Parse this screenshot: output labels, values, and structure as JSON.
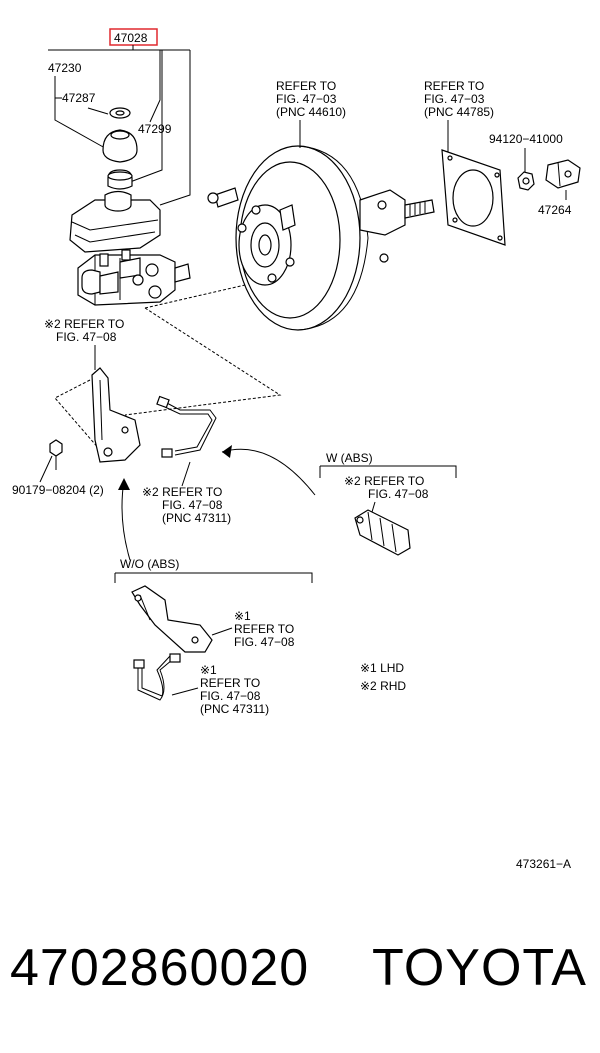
{
  "callouts": {
    "p47028": "47028",
    "p47230": "47230",
    "p47287": "47287",
    "p47299": "47299",
    "p47264": "47264",
    "p94120": "94120−41000",
    "p90179": "90179−08204 (2)"
  },
  "refs": {
    "booster_1": "REFER TO",
    "booster_2": "FIG. 47−03",
    "booster_3": "(PNC 44610)",
    "gasket_1": "REFER TO",
    "gasket_2": "FIG. 47−03",
    "gasket_3": "(PNC 44785)",
    "bracket_1": "※2 REFER TO",
    "bracket_2": "FIG. 47−08",
    "tube_1": "※2 REFER TO",
    "tube_2": "FIG. 47−08",
    "tube_3": "(PNC 47311)",
    "abs_1": "※2 REFER TO",
    "abs_2": "FIG. 47−08",
    "woabs_bracket_1": "※1",
    "woabs_bracket_2": "REFER TO",
    "woabs_bracket_3": "FIG. 47−08",
    "woabs_tube_1": "※1",
    "woabs_tube_2": "REFER TO",
    "woabs_tube_3": "FIG. 47−08",
    "woabs_tube_4": "(PNC 47311)"
  },
  "groups": {
    "w_abs": "W (ABS)",
    "wo_abs": "W/O (ABS)"
  },
  "legend": {
    "lhd": "※1 LHD",
    "rhd": "※2 RHD"
  },
  "diagram_id": "473261−A",
  "footer": {
    "part_number": "4702860020",
    "brand": "TOYOTA"
  },
  "colors": {
    "highlight_box": "#e0282e",
    "line": "#000000",
    "background": "#ffffff"
  }
}
